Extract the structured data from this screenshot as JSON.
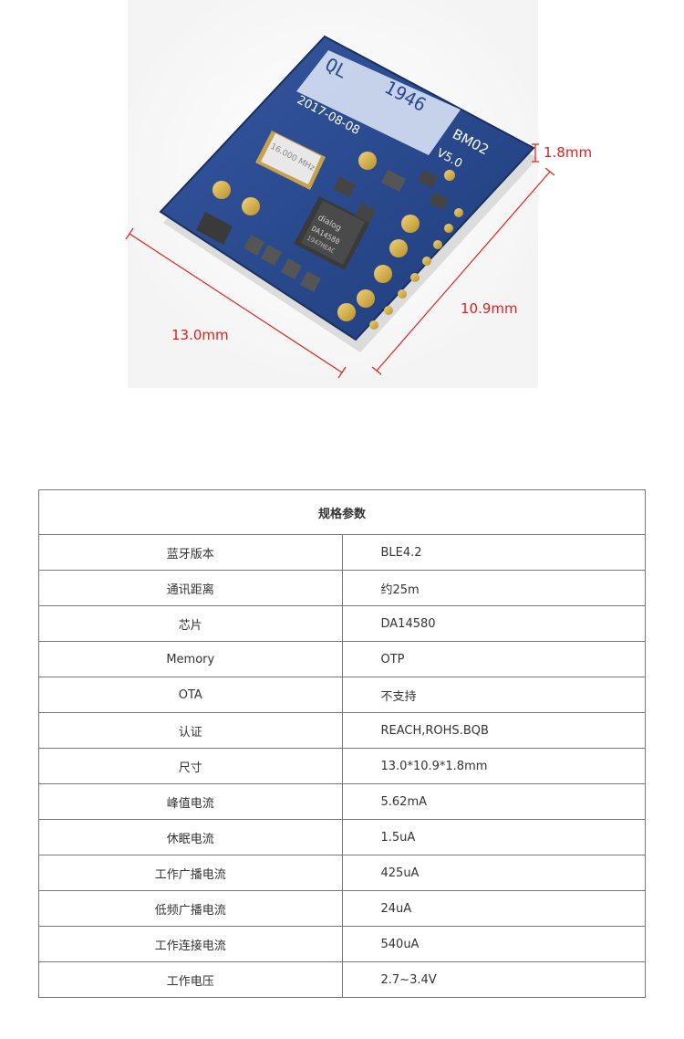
{
  "image": {
    "module_silk_brand": "QL",
    "module_silk_code": "1946",
    "module_silk_date": "2017-08-08",
    "module_silk_model": "BM02",
    "module_silk_version": "V5.0",
    "crystal_text": "16.000 MHz",
    "chip_brand": "dialog",
    "chip_text": "DA14580",
    "chip_subtext": "1947HEAC",
    "dim_thickness": "1.8mm",
    "dim_length": "13.0mm",
    "dim_width": "10.9mm",
    "colors": {
      "board": "#2a4a8c",
      "pad": "#c9a33a",
      "dimension": "#e0211b"
    }
  },
  "table": {
    "title": "规格参数",
    "rows": [
      {
        "key": "蓝牙版本",
        "value": "BLE4.2"
      },
      {
        "key": "通讯距离",
        "value": "约25m"
      },
      {
        "key": "芯片",
        "value": "DA14580"
      },
      {
        "key": "Memory",
        "value": "OTP"
      },
      {
        "key": "OTA",
        "value": "不支持"
      },
      {
        "key": "认证",
        "value": "REACH,ROHS.BQB"
      },
      {
        "key": "尺寸",
        "value": "13.0*10.9*1.8mm"
      },
      {
        "key": "峰值电流",
        "value": "5.62mA"
      },
      {
        "key": "休眠电流",
        "value": "1.5uA"
      },
      {
        "key": "工作广播电流",
        "value": "425uA"
      },
      {
        "key": "低频广播电流",
        "value": "24uA"
      },
      {
        "key": "工作连接电流",
        "value": "540uA"
      },
      {
        "key": "工作电压",
        "value": "2.7~3.4V"
      }
    ]
  }
}
